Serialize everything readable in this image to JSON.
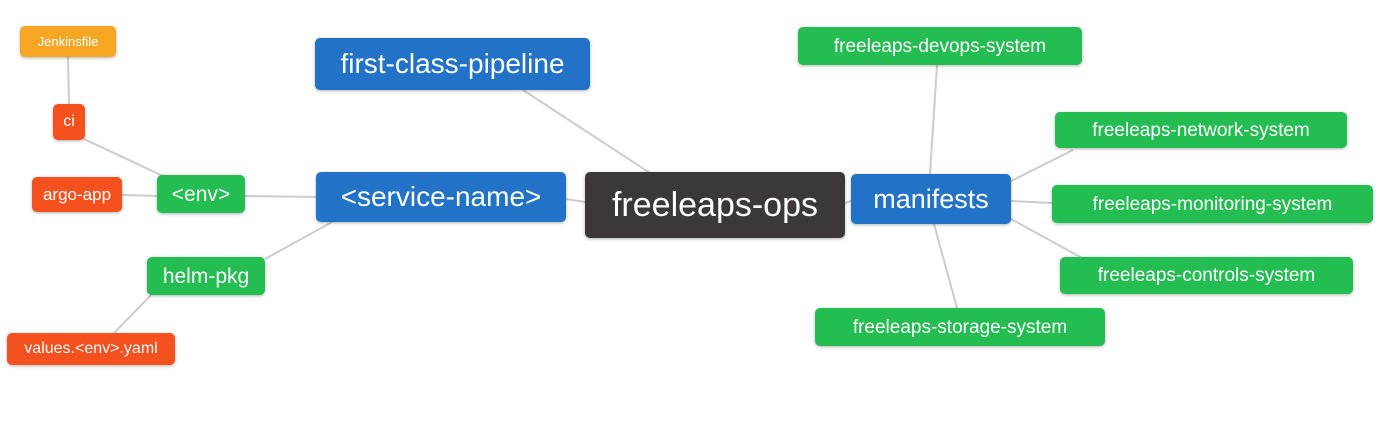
{
  "colors": {
    "root": "#3b3837",
    "branch_blue": "#2272c8",
    "leaf_green": "#24bd52",
    "leaf_red": "#f4511e",
    "leaf_orange": "#f6a623",
    "edge": "#cccccc",
    "node_text": "#ffffff",
    "background": "#ffffff"
  },
  "nodes": {
    "root": {
      "label": "freeleaps-ops"
    },
    "pipeline": {
      "label": "first-class-pipeline"
    },
    "service": {
      "label": "<service-name>"
    },
    "manifests": {
      "label": "manifests"
    },
    "env": {
      "label": "<env>"
    },
    "helm": {
      "label": "helm-pkg"
    },
    "argo": {
      "label": "argo-app"
    },
    "ci": {
      "label": "ci"
    },
    "jenkinsfile": {
      "label": "Jenkinsfile"
    },
    "values": {
      "label": "values.<env>.yaml"
    },
    "devops": {
      "label": "freeleaps-devops-system"
    },
    "network": {
      "label": "freeleaps-network-system"
    },
    "monitoring": {
      "label": "freeleaps-monitoring-system"
    },
    "controls": {
      "label": "freeleaps-controls-system"
    },
    "storage": {
      "label": "freeleaps-storage-system"
    }
  },
  "edges": [
    {
      "from": "Jenkinsfile",
      "to": "ci"
    },
    {
      "from": "ci",
      "to": "<env>"
    },
    {
      "from": "argo-app",
      "to": "<env>"
    },
    {
      "from": "<env>",
      "to": "<service-name>"
    },
    {
      "from": "helm-pkg",
      "to": "<service-name>"
    },
    {
      "from": "values.<env>.yaml",
      "to": "helm-pkg"
    },
    {
      "from": "<service-name>",
      "to": "freeleaps-ops"
    },
    {
      "from": "first-class-pipeline",
      "to": "freeleaps-ops"
    },
    {
      "from": "freeleaps-ops",
      "to": "manifests"
    },
    {
      "from": "manifests",
      "to": "freeleaps-devops-system"
    },
    {
      "from": "manifests",
      "to": "freeleaps-network-system"
    },
    {
      "from": "manifests",
      "to": "freeleaps-monitoring-system"
    },
    {
      "from": "manifests",
      "to": "freeleaps-controls-system"
    },
    {
      "from": "manifests",
      "to": "freeleaps-storage-system"
    }
  ]
}
